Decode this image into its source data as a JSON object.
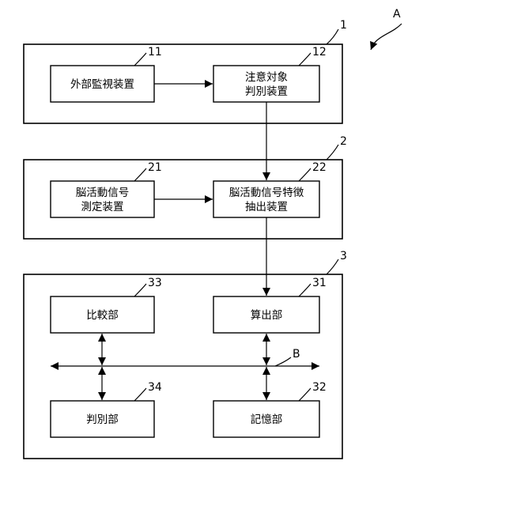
{
  "figure_ref": "A",
  "groups": [
    {
      "ref": "1"
    },
    {
      "ref": "2"
    },
    {
      "ref": "3"
    }
  ],
  "blocks": {
    "external_monitor": {
      "ref": "11",
      "lines": [
        "外部監視装置"
      ]
    },
    "attention_target": {
      "ref": "12",
      "lines": [
        "注意対象",
        "判別装置"
      ]
    },
    "brain_signal_measure": {
      "ref": "21",
      "lines": [
        "脳活動信号",
        "測定装置"
      ]
    },
    "brain_feature_extract": {
      "ref": "22",
      "lines": [
        "脳活動信号特徴",
        "抽出装置"
      ]
    },
    "comparison": {
      "ref": "33",
      "lines": [
        "比較部"
      ]
    },
    "calculation": {
      "ref": "31",
      "lines": [
        "算出部"
      ]
    },
    "judgment": {
      "ref": "34",
      "lines": [
        "判別部"
      ]
    },
    "memory": {
      "ref": "32",
      "lines": [
        "記憶部"
      ]
    }
  },
  "bus": {
    "ref": "B"
  }
}
